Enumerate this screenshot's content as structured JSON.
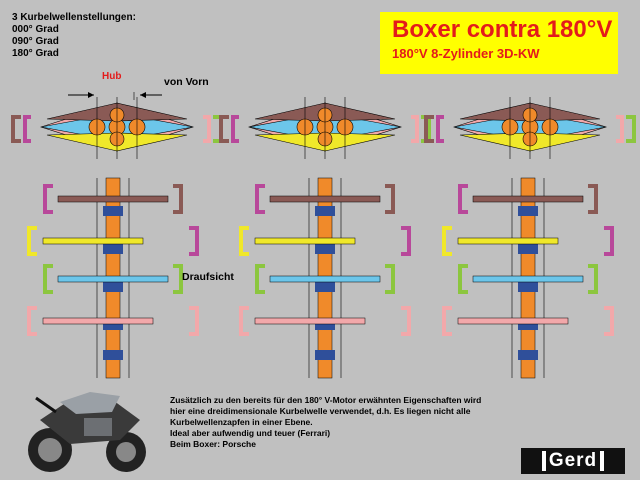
{
  "legend": {
    "heading": "3 Kurbelwellenstellungen:",
    "items": [
      "000° Grad",
      "090° Grad",
      "180° Grad"
    ]
  },
  "header": {
    "title": "Boxer contra 180°V",
    "subtitle": "180°V   8-Zylinder 3D-KW"
  },
  "labels": {
    "hub": "Hub",
    "front_view": "von Vorn",
    "top_view": "Draufsicht"
  },
  "description": {
    "lines": [
      "Zusätzlich zu den bereits für den 180° V-Motor erwähnten Eigenschaften wird",
      "hier eine dreidimensionale Kurbelwelle verwendet, d.h. Es liegen nicht alle",
      "Kurbelwellenzapfen in einer Ebene.",
      "Ideal aber aufwendig und teuer (Ferrari)",
      "Beim Boxer: Porsche"
    ]
  },
  "logo": {
    "text": "Gerd"
  },
  "colors": {
    "background": "#c0c0c0",
    "title_box": "#ffff00",
    "title_text": "#e31b1b",
    "crank": "#f08a2a",
    "journal": "#2f4f9a",
    "cyl1": "#8a5a55",
    "cyl2": "#f0e82a",
    "cyl3": "#6cc6ea",
    "cyl4": "#f2a8aa",
    "magenta": "#b8489a",
    "green": "#8cc63f"
  },
  "icons": [
    "motorcycle-illustration",
    "gerd-logo"
  ]
}
